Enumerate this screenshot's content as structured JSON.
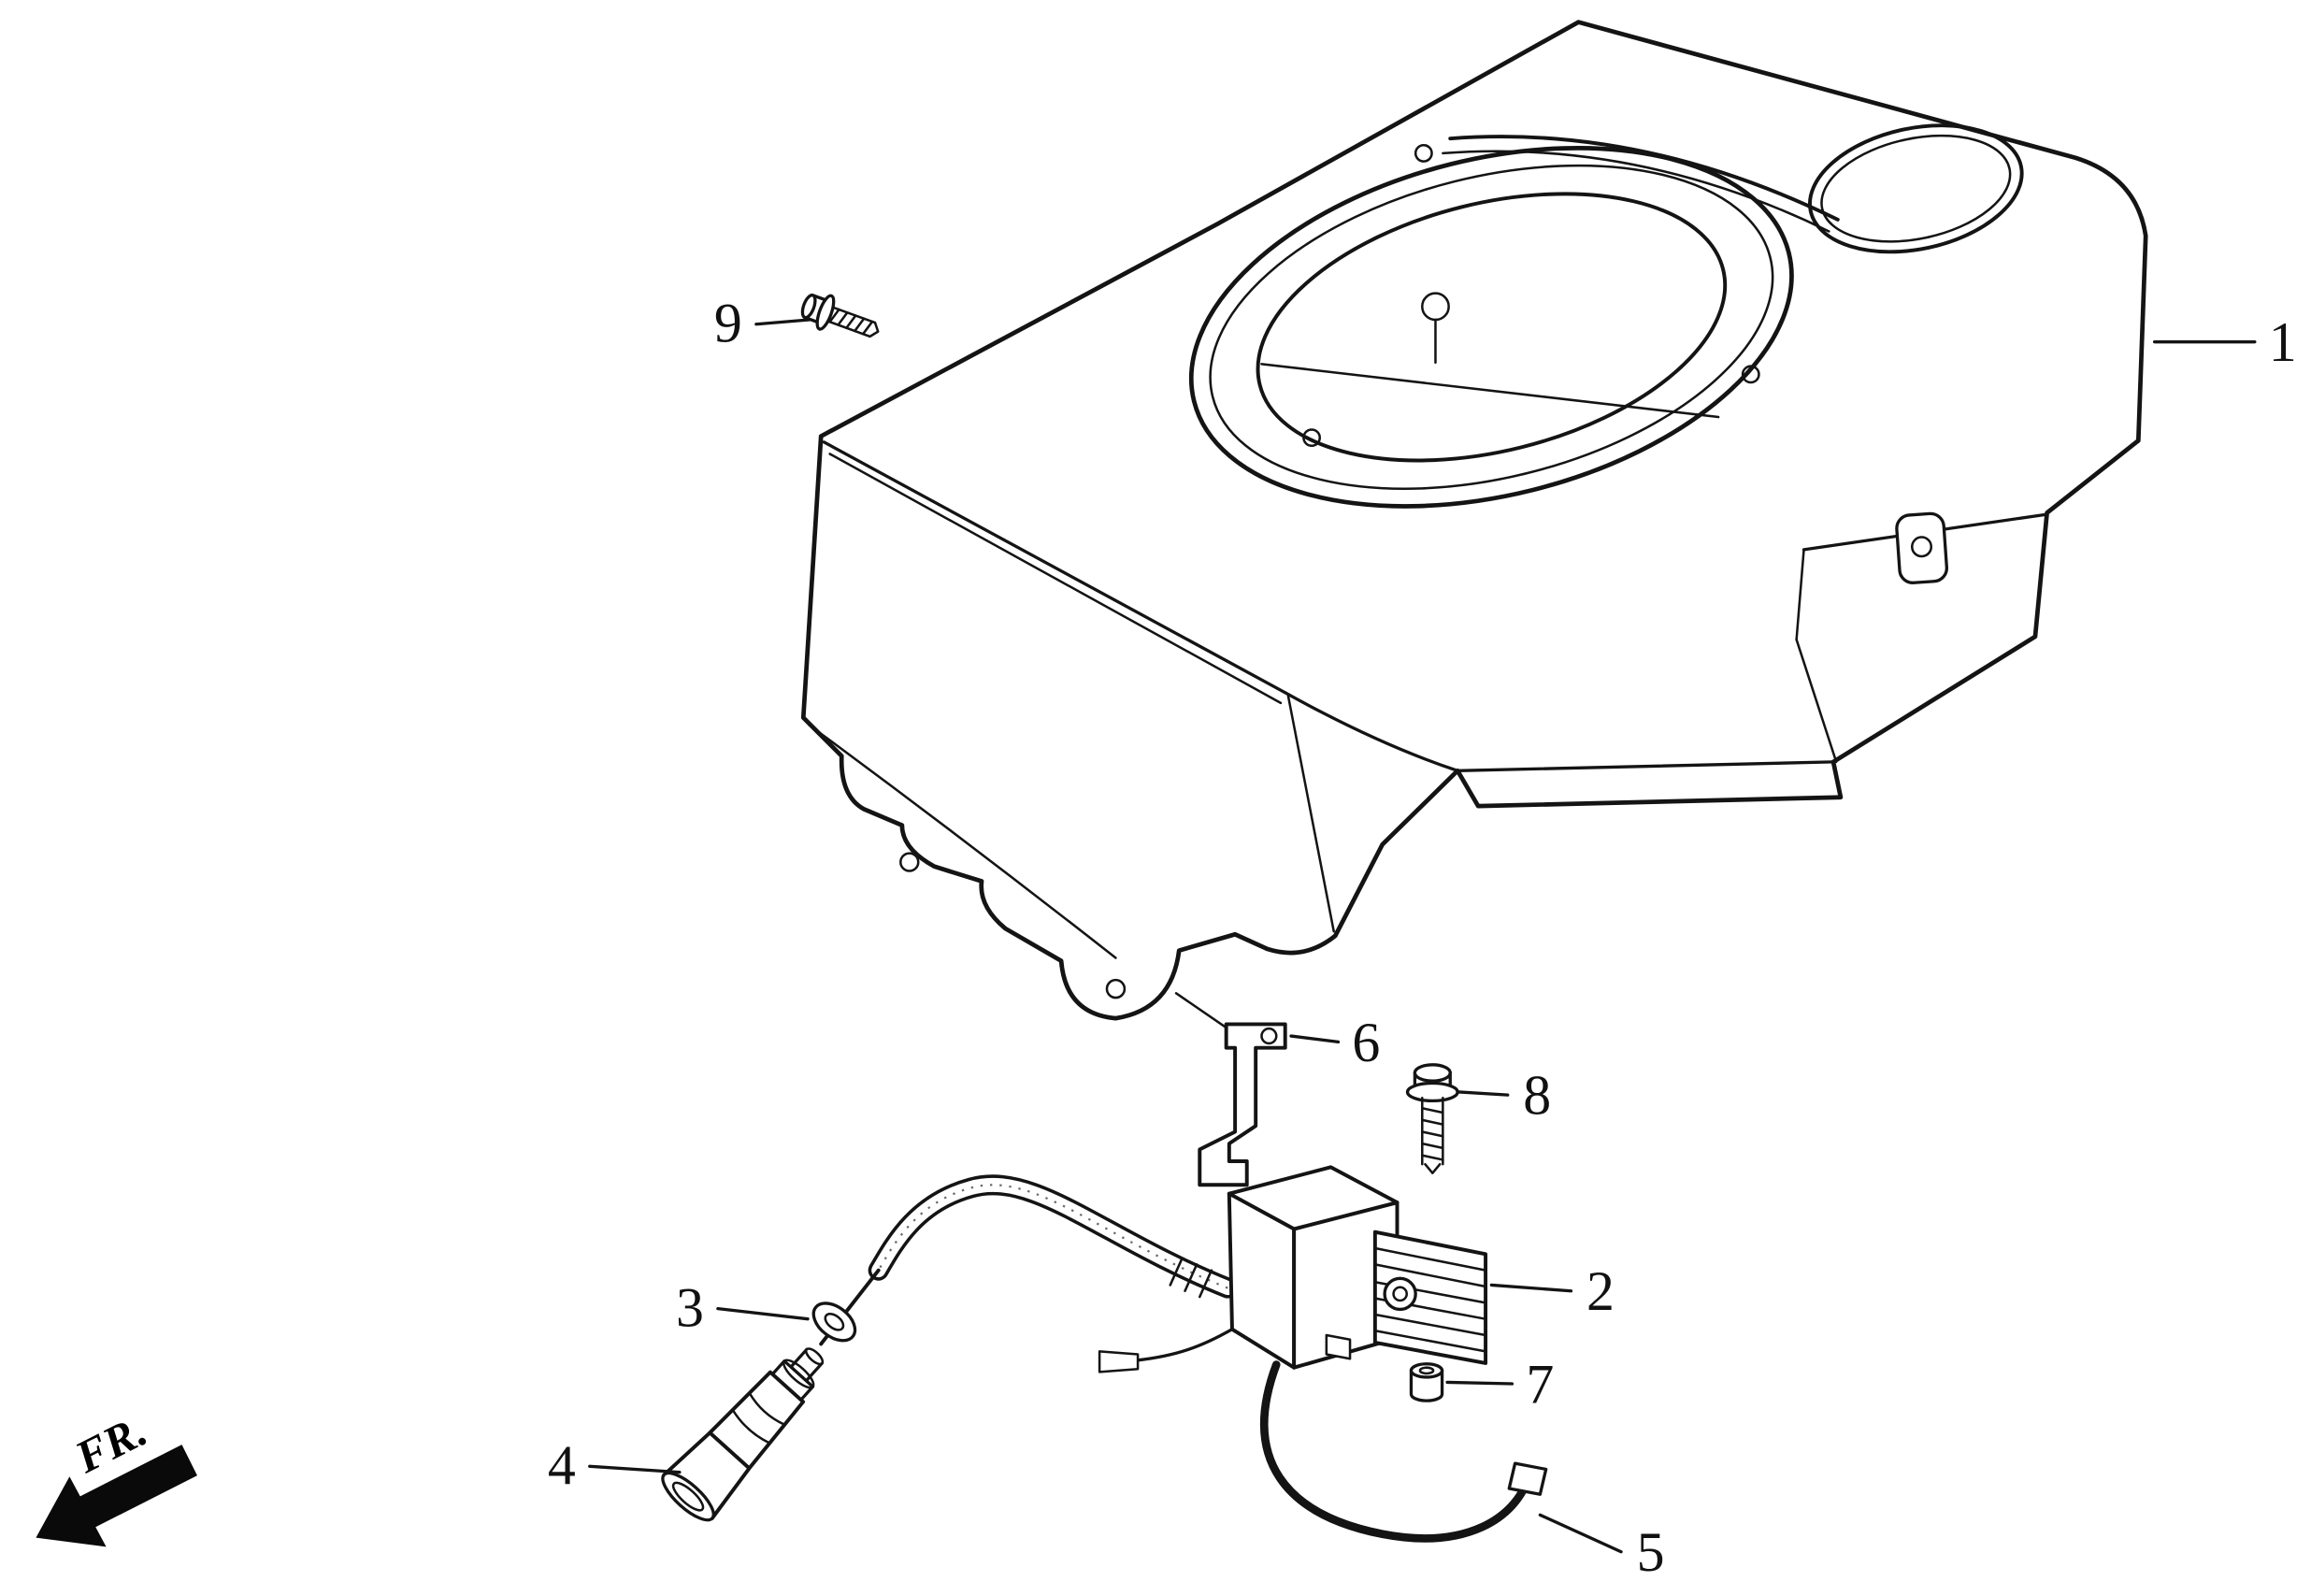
{
  "diagram": {
    "type": "exploded-parts-diagram",
    "background": "#ffffff",
    "ink_color": "#141414",
    "direction_indicator": {
      "label": "FR."
    },
    "callouts": [
      {
        "number": "1"
      },
      {
        "number": "2"
      },
      {
        "number": "3"
      },
      {
        "number": "4"
      },
      {
        "number": "5"
      },
      {
        "number": "6"
      },
      {
        "number": "7"
      },
      {
        "number": "8"
      },
      {
        "number": "9"
      }
    ]
  }
}
